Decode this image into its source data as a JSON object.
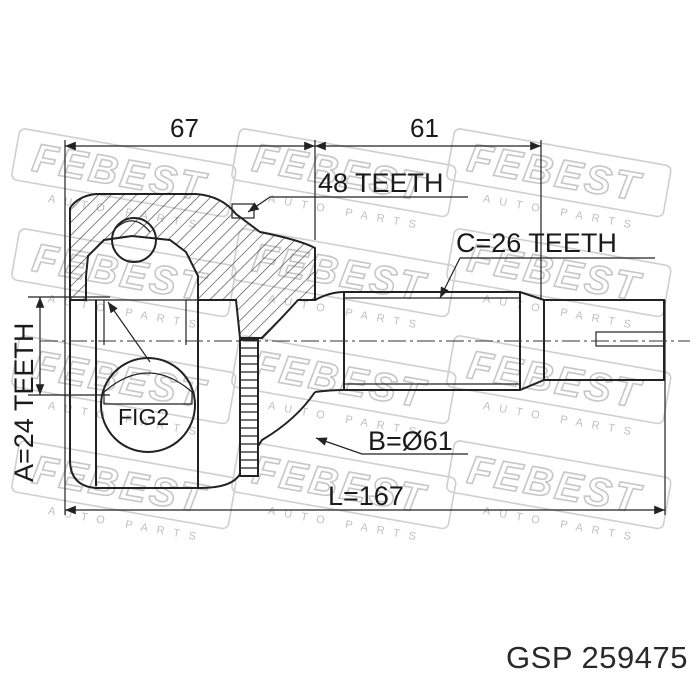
{
  "watermark": {
    "brand": "FEBEST",
    "tagline": "AUTO PARTS"
  },
  "dimensions": {
    "left_length": "67",
    "right_length": "61",
    "outer_teeth": "48 TEETH",
    "inner_teeth": "C=26 TEETH",
    "diameter": "B=Ø61",
    "total_length": "L=167",
    "a_teeth": "A=24 TEETH",
    "figure_label": "FIG2"
  },
  "part_number": "GSP 259475"
}
